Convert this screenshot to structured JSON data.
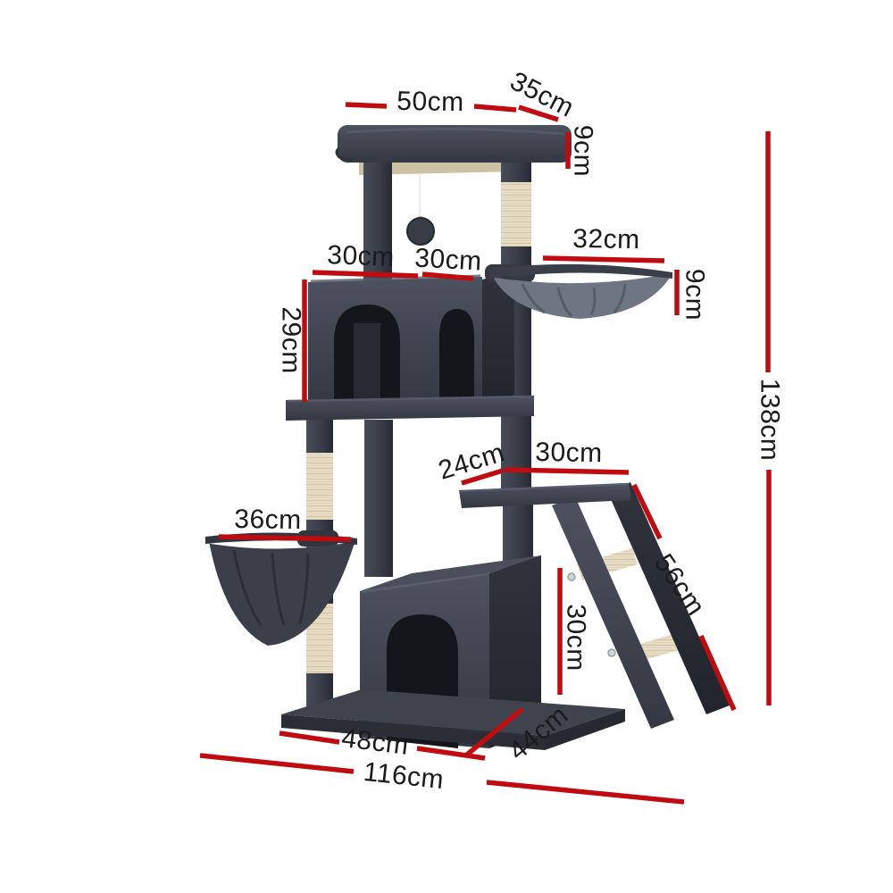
{
  "product": {
    "name_hint": "cat tree dimension diagram",
    "colors": {
      "accent_red": "#c00c11",
      "plush_dark_grey": "#3f434e",
      "plush_shadow": "#2b2e37",
      "opening_black": "#14161c",
      "sisal_beige": "#e8e0ca",
      "underside_beige": "#cdc1a5",
      "basket_grey": "#6f7683",
      "label_text": "#1b1b1b",
      "background": "#ffffff"
    }
  },
  "dimensions": {
    "top_platform": {
      "width": "50cm",
      "depth": "35cm",
      "thickness": "9cm"
    },
    "right_basket": {
      "width": "32cm",
      "depth": "9cm"
    },
    "upper_condo": {
      "front_width": "30cm",
      "side_width": "30cm",
      "height": "29cm"
    },
    "overall": {
      "height": "138cm",
      "floor_width": "116cm"
    },
    "step_platform": {
      "depth": "24cm",
      "width": "30cm"
    },
    "left_basket": {
      "width": "36cm"
    },
    "ladder": {
      "length": "56cm"
    },
    "lower_condo": {
      "height": "30cm",
      "width": "48cm",
      "depth": "44cm"
    }
  }
}
